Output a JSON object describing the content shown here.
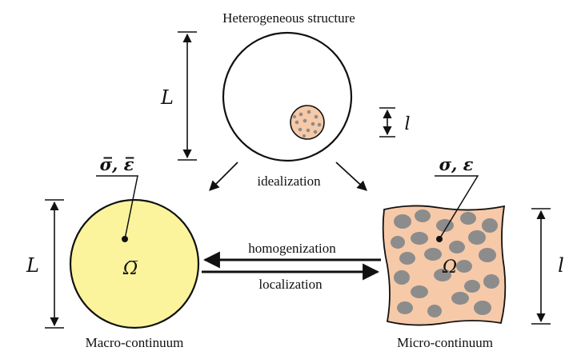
{
  "labels": {
    "top_title": "Heterogeneous structure",
    "idealization": "idealization",
    "homogenization": "homogenization",
    "localization": "localization",
    "macro_caption": "Macro-continuum",
    "micro_caption": "Micro-continuum"
  },
  "symbols": {
    "L_top": "L",
    "l_top": "l",
    "L_left": "L",
    "l_right": "l",
    "macro_fields": "σ̅, ε̅",
    "micro_fields": "σ, ε",
    "macro_domain": "Ω̅",
    "micro_domain": "Ω"
  },
  "colors": {
    "macro_fill": "#fbf49c",
    "micro_fill": "#f6c9a8",
    "inclusion_fill": "#8c8c8c",
    "line": "#111111"
  }
}
